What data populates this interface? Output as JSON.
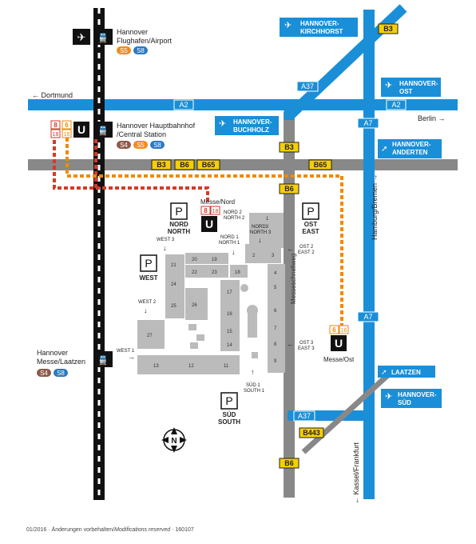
{
  "airport": {
    "name": "Hannover",
    "sub": "Flughafen/Airport",
    "badges": [
      "S5",
      "S8"
    ]
  },
  "hbf": {
    "name": "Hannover Hauptbahnhof",
    "sub": "/Central Station",
    "badges": [
      "S4",
      "S5",
      "S8"
    ],
    "tram": [
      "8",
      "6",
      "18",
      "16"
    ]
  },
  "laatzen_station": {
    "name": "Hannover",
    "sub": "Messe/Laatzen",
    "badges": [
      "S4",
      "S8"
    ]
  },
  "messe_nord": {
    "label": "Messe/Nord",
    "tram": [
      "8",
      "18"
    ]
  },
  "messe_ost": {
    "label": "Messe/Ost",
    "tram": [
      "6",
      "16"
    ]
  },
  "roads": {
    "a2": "A2",
    "a7": "A7",
    "a37": "A37",
    "b3": "B3",
    "b6": "B6",
    "b65": "B65",
    "b443": "B443"
  },
  "directions": {
    "dortmund": "Dortmund",
    "berlin": "Berlin",
    "hamburg": "Hamburg/Bremen",
    "kassel": "Kassel/Frankfurt",
    "messeschnellweg": "Messeschnellweg"
  },
  "junctions": [
    {
      "l1": "HANNOVER-",
      "l2": "KIRCHHORST"
    },
    {
      "l1": "HANNOVER-",
      "l2": "OST"
    },
    {
      "l1": "HANNOVER-",
      "l2": "BUCHHOLZ"
    },
    {
      "l1": "HANNOVER-",
      "l2": "ANDERTEN"
    },
    {
      "l1": "LAATZEN",
      "l2": ""
    },
    {
      "l1": "HANNOVER-",
      "l2": "SÜD"
    }
  ],
  "parking": {
    "p": "P",
    "nord": [
      "NORD",
      "NORTH"
    ],
    "ost": [
      "OST",
      "EAST"
    ],
    "west": [
      "WEST"
    ],
    "sud": [
      "SÜD",
      "SOUTH"
    ]
  },
  "gates": {
    "nord2": [
      "NORD 2",
      "NORTH 2"
    ],
    "nord3": [
      "NORD3",
      "NORTH 3"
    ],
    "nord1": [
      "NORD 1",
      "NORTH 1"
    ],
    "ost2": [
      "OST 2",
      "EAST 2"
    ],
    "ost3": [
      "OST 3",
      "EAST 3"
    ],
    "west3": "WEST 3",
    "west2": "WEST 2",
    "west1": "WEST 1",
    "sud1": [
      "SÜD 1",
      "SOUTH 1"
    ]
  },
  "halls": [
    "1",
    "2",
    "3",
    "4",
    "5",
    "6",
    "7",
    "8",
    "9",
    "11",
    "12",
    "13",
    "14",
    "15",
    "16",
    "17",
    "18",
    "19",
    "20",
    "21",
    "22",
    "23",
    "24",
    "25",
    "26",
    "27"
  ],
  "compass": "N",
  "footer": "01/2016 · Änderungen vorbehalten/",
  "footer_italic": "Modifications reserved",
  "footer_end": " · 160107",
  "colors": {
    "motorway": "#1a8fd8",
    "road": "#888888",
    "yellow": "#f5d000",
    "tram_red": "#d43a2a",
    "tram_orange": "#f08a00",
    "s4": "#8b5a4a",
    "s5": "#f28c1c",
    "s8": "#2a78c2"
  }
}
